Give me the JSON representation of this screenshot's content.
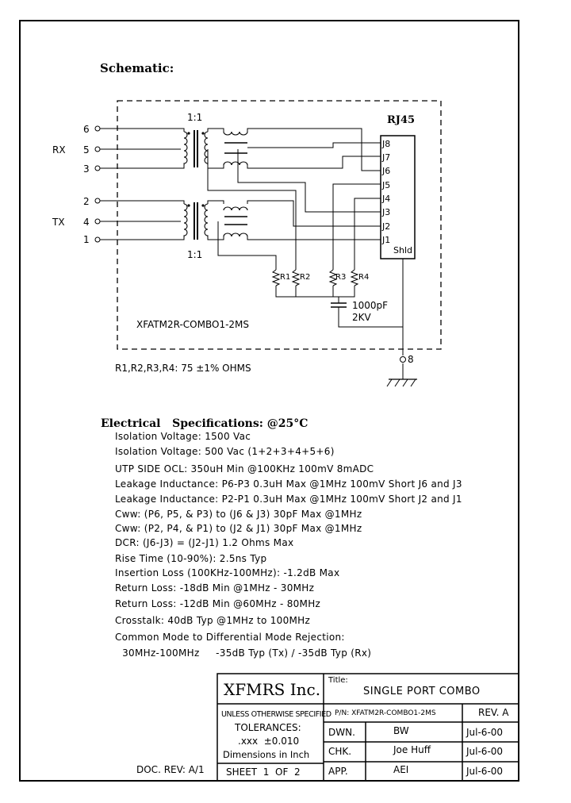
{
  "schematic": {
    "title": "Schematic:",
    "connector_label": "RJ45",
    "ratio_top": "1:1",
    "ratio_bottom": "1:1",
    "rx_label": "RX",
    "tx_label": "TX",
    "left_pins": [
      "6",
      "5",
      "3",
      "2",
      "4",
      "1"
    ],
    "jack_pins": [
      "J8",
      "J7",
      "J6",
      "J5",
      "J4",
      "J3",
      "J2",
      "J1"
    ],
    "shield_label": "Shld",
    "resistors": [
      "R1",
      "R2",
      "R3",
      "R4"
    ],
    "cap_value": "1000pF",
    "cap_voltage": "2KV",
    "ground_pin": "8",
    "part_label": "XFATM2R-COMBO1-2MS",
    "resistor_note": "R1,R2,R3,R4: 75  ±1% OHMS"
  },
  "specs": {
    "heading": "Electrical   Specifications: @25°C",
    "lines": [
      "Isolation Voltage:  1500 Vac",
      "Isolation Voltage:   500 Vac (1+2+3+4+5+6)",
      "UTP SIDE OCL: 350uH Min @100KHz 100mV 8mADC",
      "Leakage Inductance:   P6-P3 0.3uH Max @1MHz 100mV Short J6 and J3",
      "Leakage Inductance:   P2-P1 0.3uH Max @1MHz 100mV Short J2 and J1",
      "Cww:  (P6, P5, & P3) to (J6 & J3) 30pF Max @1MHz",
      "Cww:  (P2, P4, & P1) to (J2 & J1) 30pF Max @1MHz",
      "DCR:  (J6-J3) = (J2-J1) 1.2 Ohms Max",
      "Rise Time (10-90%): 2.5ns Typ",
      "Insertion Loss (100KHz-100MHz): -1.2dB Max",
      "Return Loss: -18dB Min @1MHz - 30MHz",
      "Return Loss: -12dB Min @60MHz - 80MHz",
      "Crosstalk: 40dB Typ @1MHz to 100MHz",
      "Common Mode to Differential Mode Rejection:",
      " 30MHz-100MHz     -35dB Typ (Tx) / -35dB Typ (Rx)"
    ]
  },
  "title_block": {
    "company": "XFMRS Inc.",
    "title_label": "Title:",
    "title": "SINGLE PORT COMBO",
    "unless": "UNLESS OTHERWISE SPECIFIED",
    "tolerances": "TOLERANCES:",
    "tolerance_value": ".xxx  ±0.010",
    "dimensions": "Dimensions in Inch",
    "sheet": "SHEET  1  OF  2",
    "pn": "P/N: XFATM2R-COMBO1-2MS",
    "rev": "REV. A",
    "rows": [
      {
        "label": "DWN.",
        "name": "BW",
        "date": "Jul-6-00"
      },
      {
        "label": "CHK.",
        "name": "Joe Huff",
        "date": "Jul-6-00"
      },
      {
        "label": "APP.",
        "name": "AEI",
        "date": "Jul-6-00"
      }
    ],
    "doc_rev": "DOC. REV: A/1"
  }
}
